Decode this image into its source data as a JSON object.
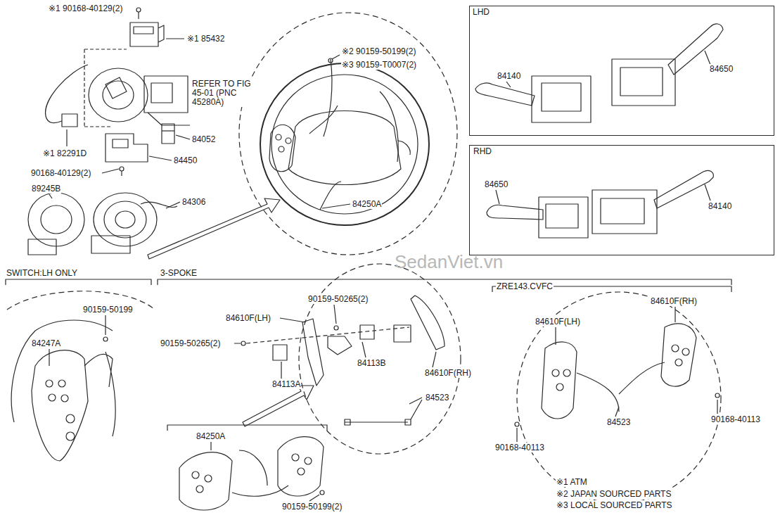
{
  "diagram": {
    "nodes": [
      {
        "text": [
          "LHD",
          "84140",
          "84650"
        ]
      },
      {
        "text": [
          "RHD",
          "84650",
          "84140"
        ]
      }
    ],
    "labels": [
      "※1 90168-40129(2)",
      "※1 85432",
      "REFER TO FIG 45-01 (PNC 45280A)",
      "84052",
      "※1 82291D",
      "84450",
      "90168-40129(2)",
      "89245B",
      "84306",
      "※2 90159-50199(2)",
      "※3 90159-T0007(2)",
      "84250A",
      "SedanViet.vn",
      "SWITCH:LH ONLY",
      "3-SPOKE",
      "ZRE143.CVFC",
      "90159-50199",
      "84247A",
      "84610F(LH)",
      "90159-50265(2)",
      "90159-50265(2)",
      "84113B",
      "84610F(RH)",
      "84113A",
      "84523",
      "84250A",
      "90159-50199(2)",
      "84610F(LH)",
      "84610F(RH)",
      "84523",
      "90168-40113",
      "90168-40113",
      "※1 ATM",
      "※2 JAPAN SOURCED PARTS",
      "※3 LOCAL SOURCED PARTS"
    ]
  }
}
